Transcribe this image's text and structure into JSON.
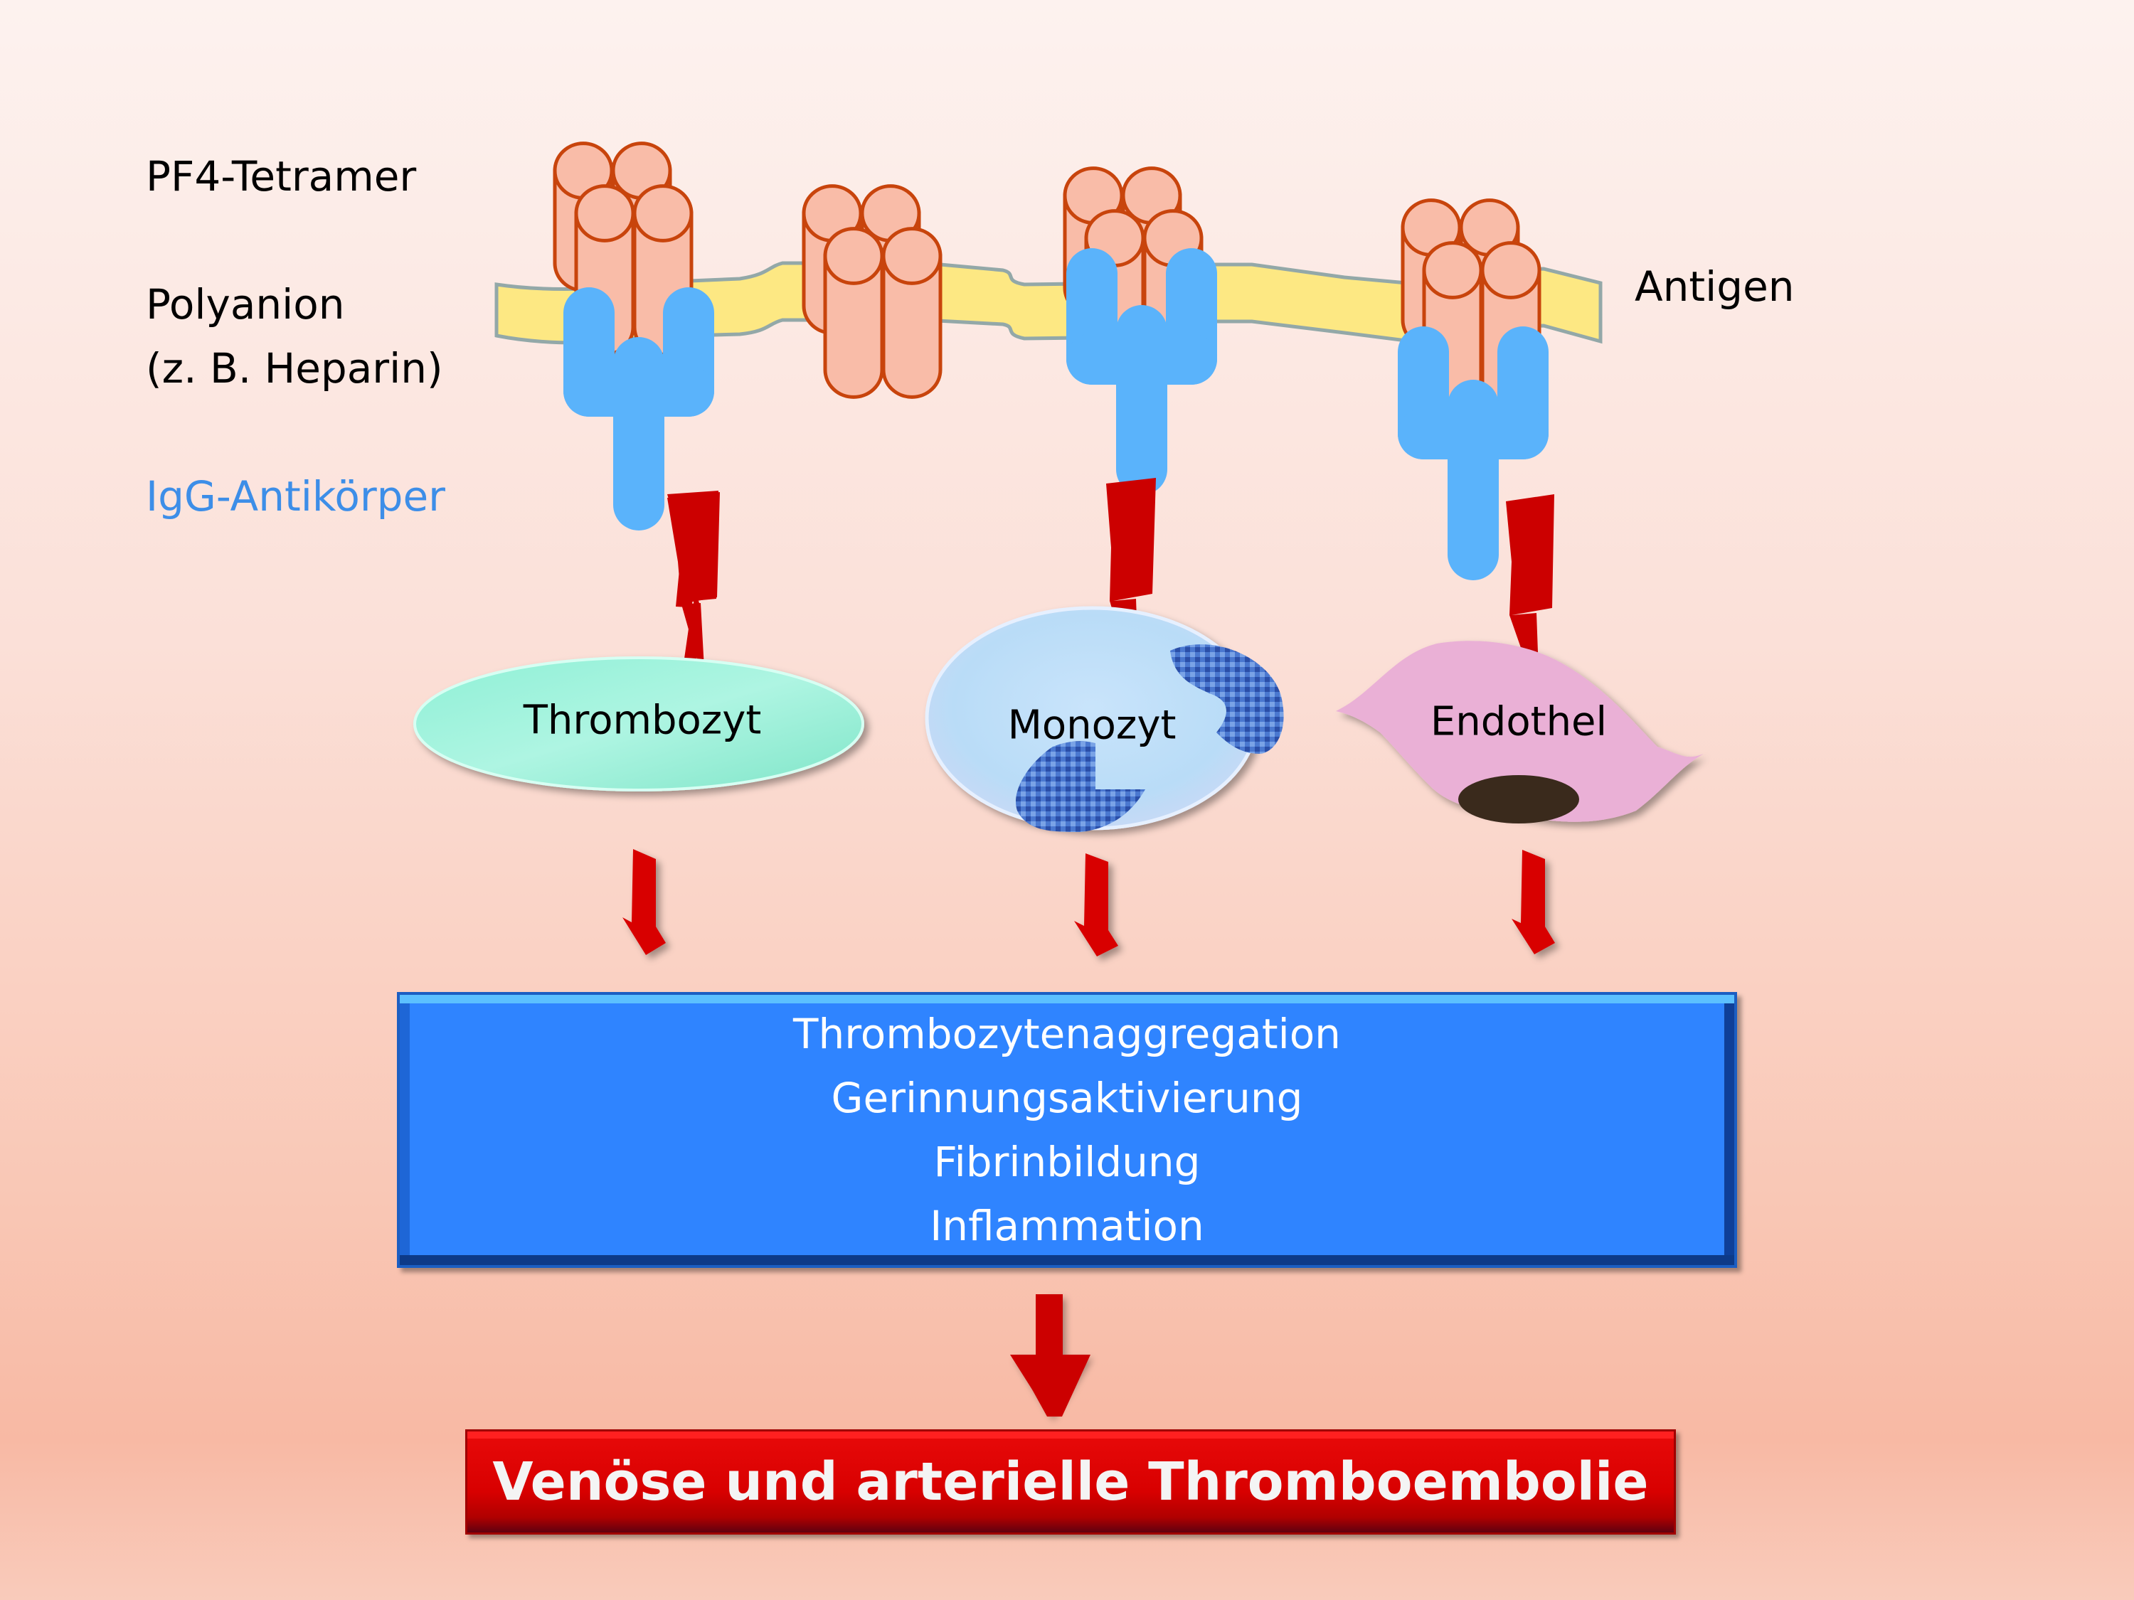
{
  "labels": {
    "pf4_tetramer": "PF4-Tetramer",
    "polyanion_line1": "Polyanion",
    "polyanion_line2": "(z. B. Heparin)",
    "igg_antibody": "IgG-Antikörper",
    "antigen": "Antigen"
  },
  "cells": [
    {
      "name": "Thrombozyt"
    },
    {
      "name": "Monozyt"
    },
    {
      "name": "Endothel"
    }
  ],
  "process": {
    "lines": [
      "Thrombozytenaggregation",
      "Gerinnungsaktivierung",
      "Fibrinbildung",
      "Inflammation"
    ]
  },
  "outcome": "Venöse und arterielle Thromboembolie",
  "colors": {
    "pf4": "#f9bca8",
    "pf4_stroke": "#c8440c",
    "polyanion": "#fde883",
    "polyanion_stroke": "#93a8a8",
    "antibody": "#5ab3fb",
    "lightning": "#cc0000",
    "process_box": "#2f84ff",
    "outcome_box": "#d80000",
    "igg_label": "#3d8ee8"
  }
}
